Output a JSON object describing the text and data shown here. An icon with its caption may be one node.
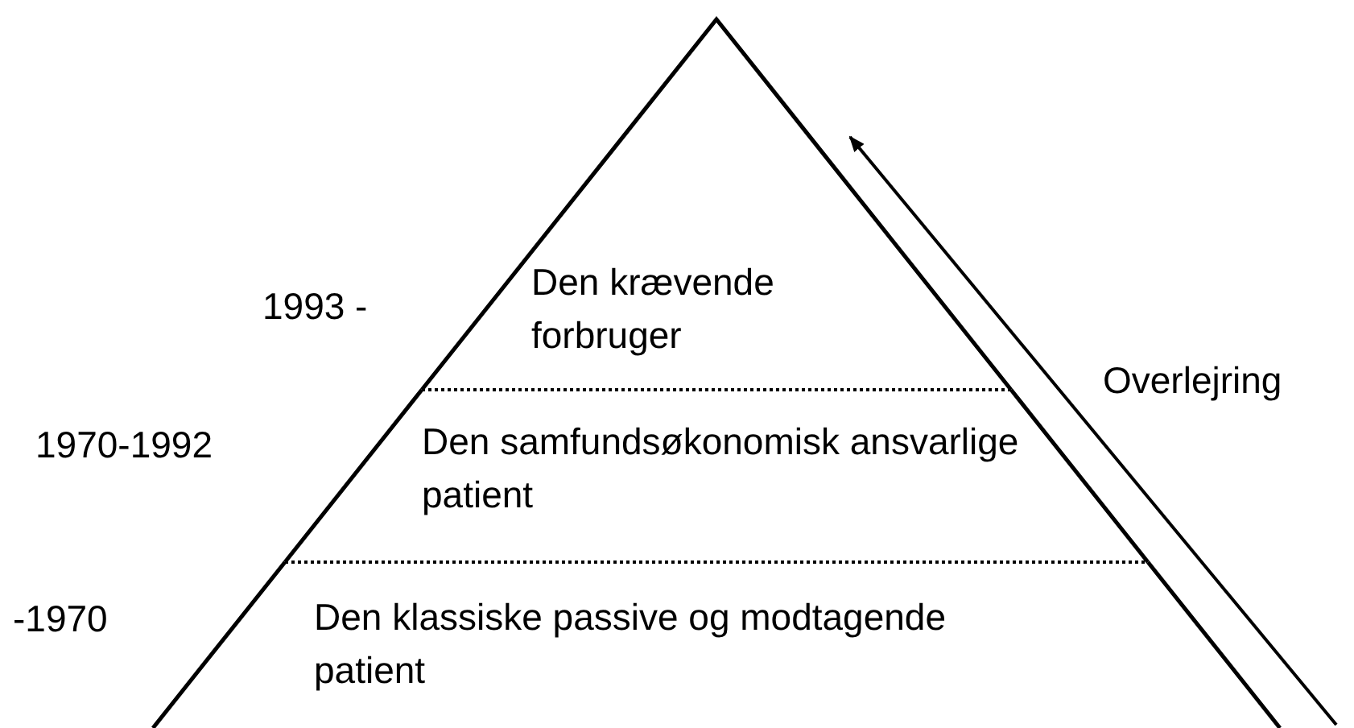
{
  "diagram": {
    "nodes": [
      {
        "text": [
          "Den krævende forbruger"
        ],
        "beside": [
          "1993 -"
        ]
      },
      {
        "text": [
          "Den samfundsøkonomisk ansvarlige patient"
        ],
        "beside": [
          "1970-1992"
        ]
      },
      {
        "text": [
          "Den klassiske passive og modtagende patient"
        ],
        "beside": [
          "-1970"
        ]
      }
    ],
    "edges": [],
    "labels": [
      "Overlejring"
    ]
  }
}
